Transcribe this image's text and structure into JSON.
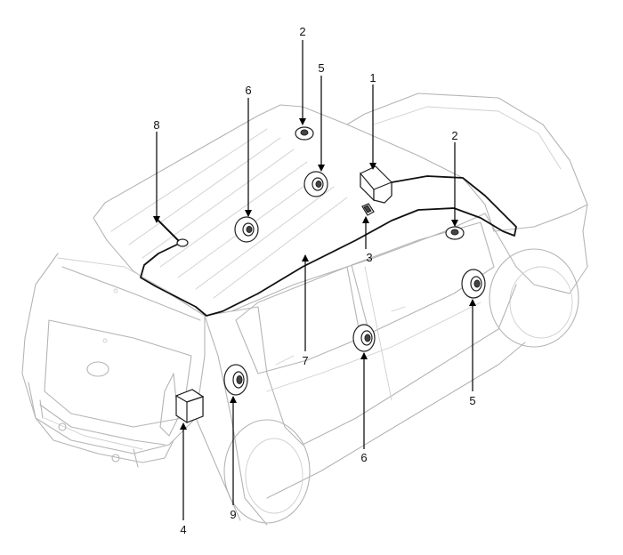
{
  "callouts": [
    {
      "id": "c1",
      "text": "1"
    },
    {
      "id": "c2a",
      "text": "2"
    },
    {
      "id": "c2b",
      "text": "2"
    },
    {
      "id": "c3",
      "text": "3"
    },
    {
      "id": "c4",
      "text": "4"
    },
    {
      "id": "c5a",
      "text": "5"
    },
    {
      "id": "c5b",
      "text": "5"
    },
    {
      "id": "c6a",
      "text": "6"
    },
    {
      "id": "c6b",
      "text": "6"
    },
    {
      "id": "c7",
      "text": "7"
    },
    {
      "id": "c8",
      "text": "8"
    },
    {
      "id": "c9",
      "text": "9"
    }
  ],
  "colors": {
    "vehicle_outline": "#b5b5b5",
    "wiring": "#111111",
    "components": "#222222"
  }
}
